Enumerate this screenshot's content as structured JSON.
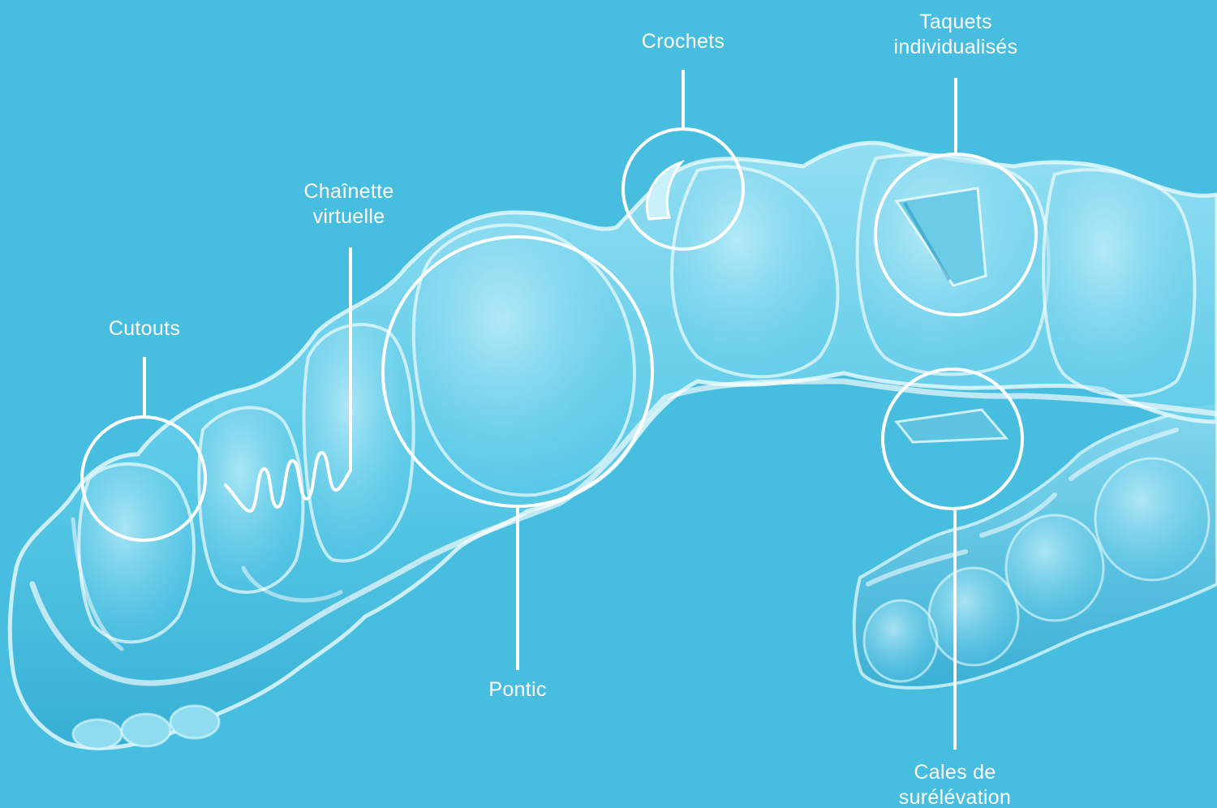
{
  "colors": {
    "background": "#47bee0",
    "callout": "#ffffff",
    "aligner_fill": "#7fd6ee",
    "aligner_edge": "#eafaff",
    "aligner_shade": "#2c9fc4"
  },
  "image": {
    "subject": "clear-dental-aligner-icon"
  },
  "callouts": {
    "crochets": {
      "label": "Crochets"
    },
    "taquets": {
      "line1": "Taquets",
      "line2": "individualisés"
    },
    "chainette": {
      "line1": "Chaînette",
      "line2": "virtuelle"
    },
    "cutouts": {
      "label": "Cutouts"
    },
    "pontic": {
      "label": "Pontic"
    },
    "cales": {
      "line1": "Cales de",
      "line2": "surélévation"
    }
  }
}
